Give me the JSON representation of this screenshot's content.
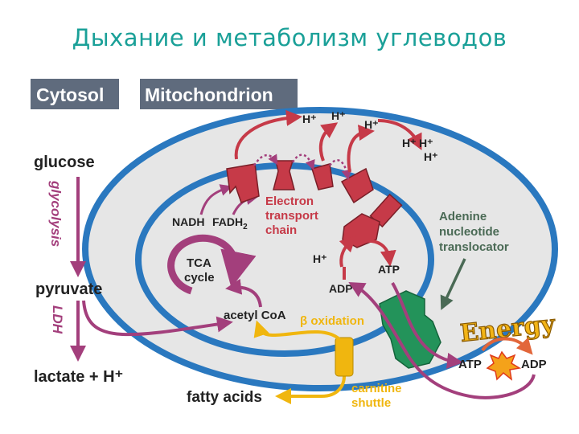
{
  "title": "Дыхание и метаболизм углеводов",
  "header_boxes": {
    "cytosol": "Cytosol",
    "mitochondrion": "Mitochondrion"
  },
  "cytosol_labels": {
    "glucose": "glucose",
    "glycolysis": "glycolysis",
    "pyruvate": "pyruvate",
    "ldh": "LDH",
    "lactate": "lactate + H⁺",
    "fatty_acids": "fatty acids"
  },
  "matrix_labels": {
    "nadh": "NADH",
    "fadh2": "FADH",
    "fadh2_sub": "2",
    "tca_line1": "TCA",
    "tca_line2": "cycle",
    "acetyl_coa": "acetyl CoA",
    "beta_oxidation": "β oxidation",
    "etc_line1": "Electron",
    "etc_line2": "transport",
    "etc_line3": "chain",
    "adp": "ADP",
    "atp": "ATP",
    "carnitine_line1": "carnitine",
    "carnitine_line2": "shuttle"
  },
  "protons": {
    "h1": "H⁺",
    "h2": "H⁺",
    "h3": "H⁺",
    "h4": "H⁺",
    "h5": "H⁺",
    "h6": "H⁺",
    "h7": "H⁺"
  },
  "translocator": {
    "line1": "Adenine",
    "line2": "nucleotide",
    "line3": "translocator"
  },
  "energy_panel": {
    "word": "Energy",
    "atp": "ATP",
    "adp": "ADP"
  },
  "colors": {
    "title": "#1aa098",
    "membrane": "#2a78bf",
    "pathway": "#a33f7c",
    "complex": "#c63a48",
    "fatty": "#f0b60f",
    "translocator": "#23935a",
    "header_box": "#5f6b7d"
  }
}
